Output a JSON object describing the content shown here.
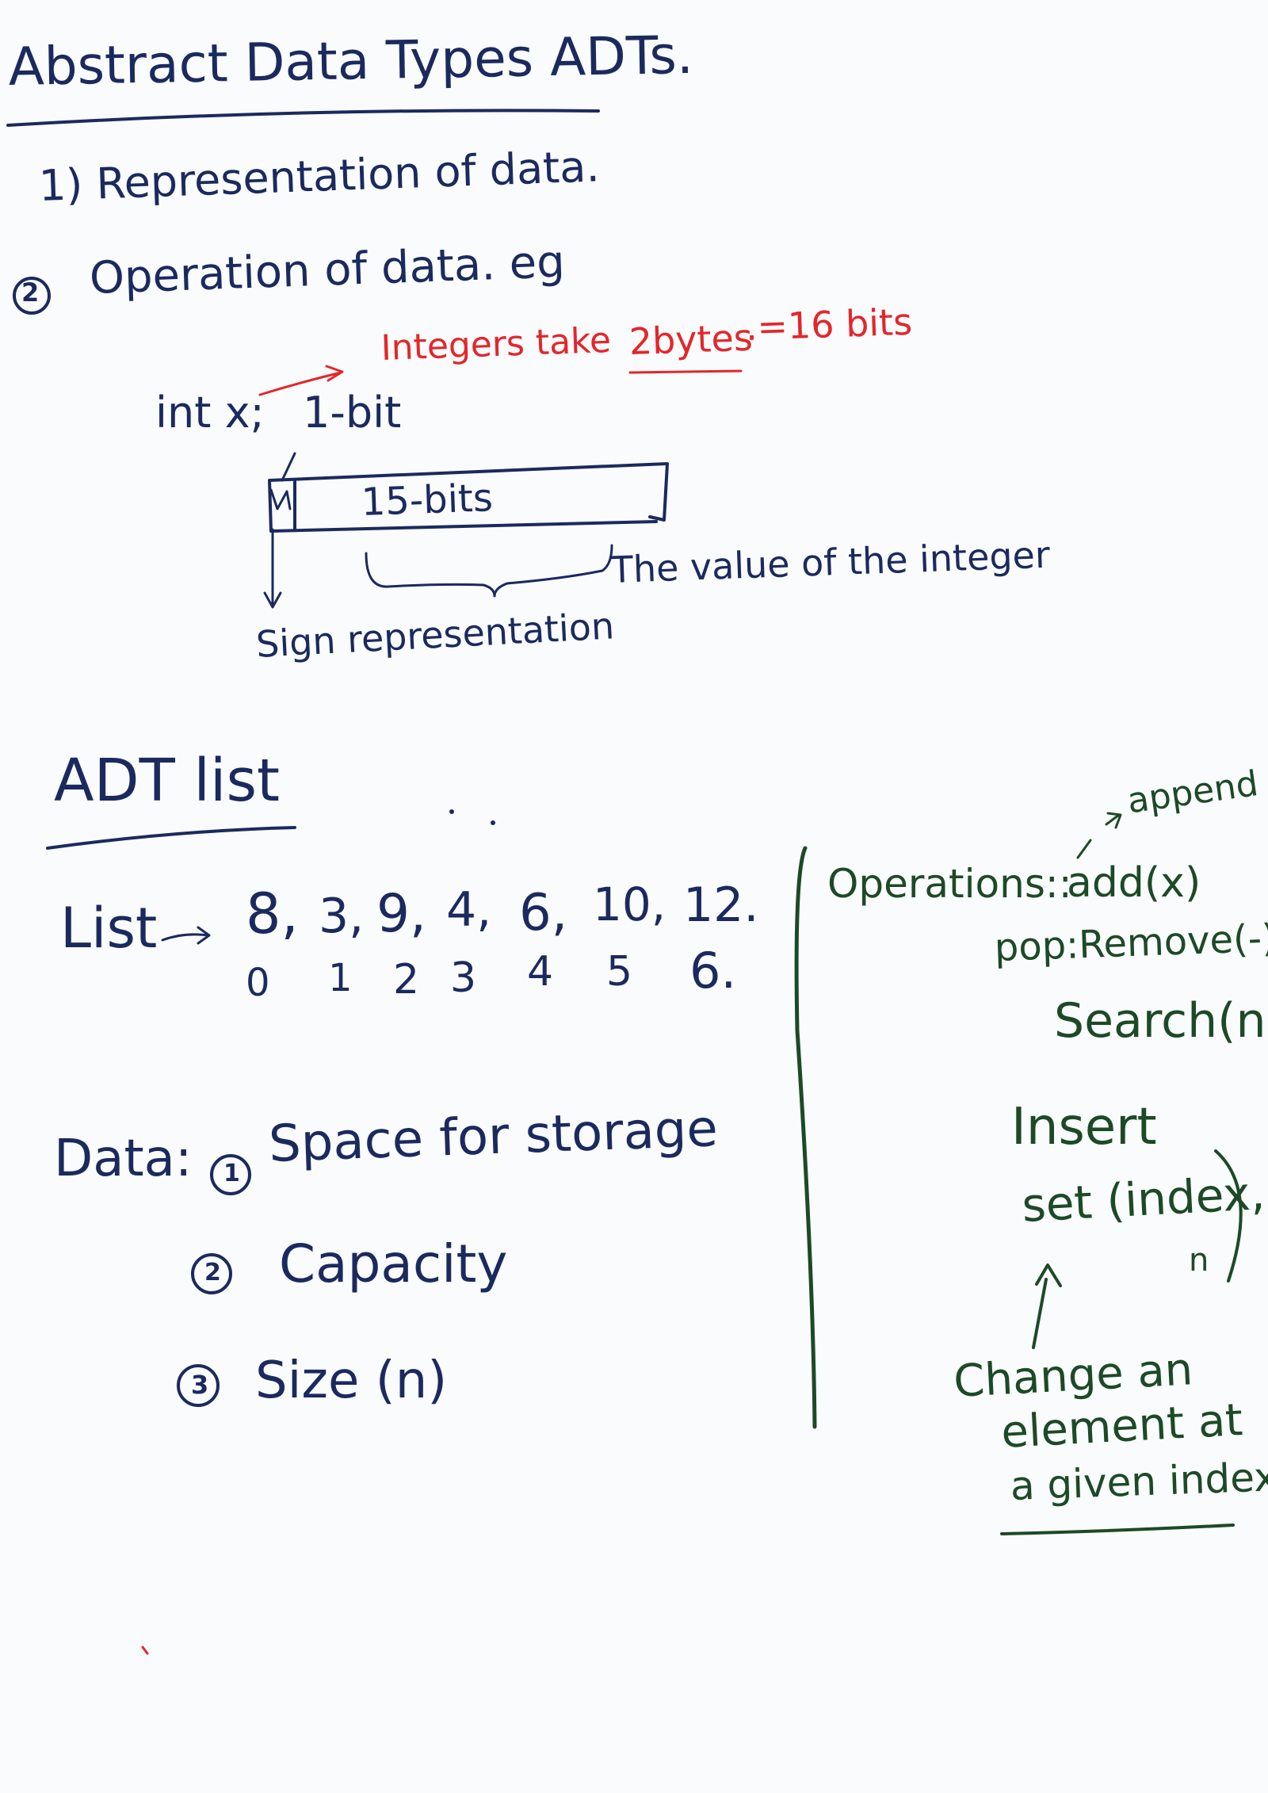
{
  "colors": {
    "blue_ink": "#1b2a5e",
    "red_ink": "#e3262b",
    "green_ink": "#1c4a26",
    "paper": "#fafbfc"
  },
  "title": "Abstract Data Types ADTs.",
  "section1": {
    "item1": "1) Representation of data.",
    "item2_num": "2",
    "item2": "Operation of data. eg"
  },
  "int_example": {
    "red_note_prefix": "Integers take",
    "red_note_bytes": "2bytes",
    "red_note_suffix": ".=16 bits",
    "declaration": "int x;",
    "one_bit": "1-bit",
    "fifteen_bits": "15-bits",
    "value_label": "The value of the integer",
    "sign_label": "Sign representation"
  },
  "adt_list": {
    "heading": "ADT list",
    "list_label": "List",
    "values": [
      "8,",
      "3,",
      "9,",
      "4,",
      "6,",
      "10,",
      "12."
    ],
    "indices": [
      "0",
      "1",
      "2",
      "3",
      "4",
      "5",
      "6."
    ]
  },
  "data_section": {
    "label": "Data:",
    "items": [
      {
        "num": "1",
        "text": "Space for storage"
      },
      {
        "num": "2",
        "text": "Capacity"
      },
      {
        "num": "3",
        "text": "Size (n)"
      }
    ]
  },
  "operations": {
    "label": "Operations::",
    "append_note": "append",
    "add": "add(x)",
    "pop": "pop:Remove(-)",
    "search": "Search(n)",
    "insert": "Insert",
    "set": "set (index,",
    "set_n": "n",
    "note": [
      "Change an",
      "element at",
      "a given index."
    ]
  }
}
